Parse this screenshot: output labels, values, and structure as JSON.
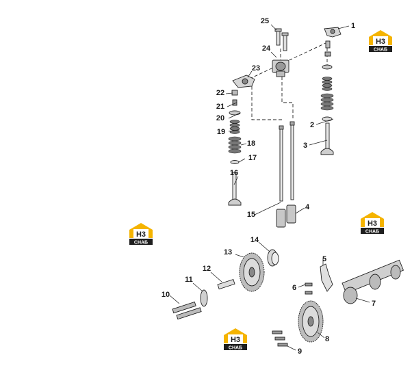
{
  "callouts": [
    "1",
    "2",
    "3",
    "4",
    "5",
    "6",
    "7",
    "8",
    "9",
    "10",
    "11",
    "12",
    "13",
    "14",
    "15",
    "16",
    "17",
    "18",
    "19",
    "20",
    "21",
    "22",
    "23",
    "24",
    "25"
  ],
  "logo": {
    "top": "H3",
    "bottom": "CHAБ",
    "accent": "#f5b400",
    "dark": "#1e1e1e"
  }
}
